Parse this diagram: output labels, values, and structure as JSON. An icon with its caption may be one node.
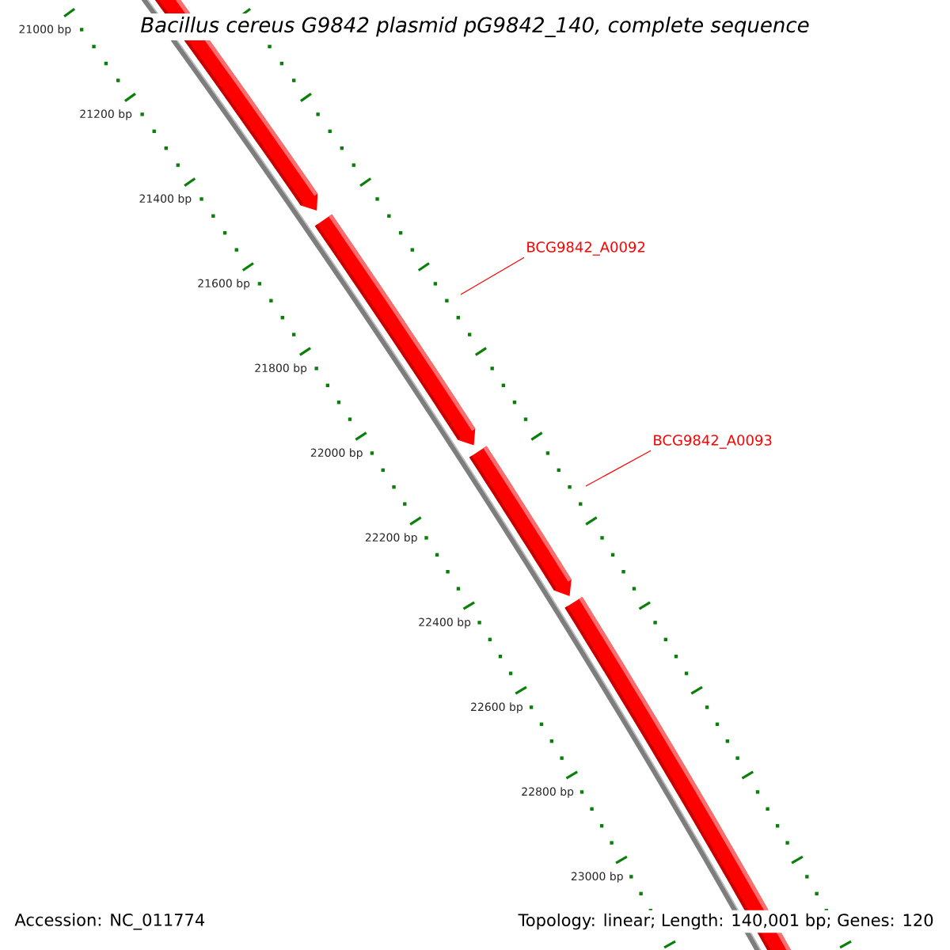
{
  "diagram": {
    "title": "Bacillus cereus G9842 plasmid pG9842_140, complete sequence",
    "nodes": [
      {
        "text": [
          "BCG9842_A0092"
        ]
      },
      {
        "text": [
          "BCG9842_A0093"
        ]
      }
    ],
    "edges": [
      {
        "from": 0,
        "to": null,
        "arrow": "none"
      },
      {
        "from": 1,
        "to": null,
        "arrow": "none"
      }
    ],
    "labels": [
      "21000 bp",
      "21200 bp",
      "21400 bp",
      "21600 bp",
      "21800 bp",
      "22000 bp",
      "22200 bp",
      "22400 bp",
      "22600 bp",
      "22800 bp",
      "23000 bp",
      "Accession: NC_011774",
      "Topology: linear; Length: 140,001 bp; Genes: 120"
    ]
  }
}
